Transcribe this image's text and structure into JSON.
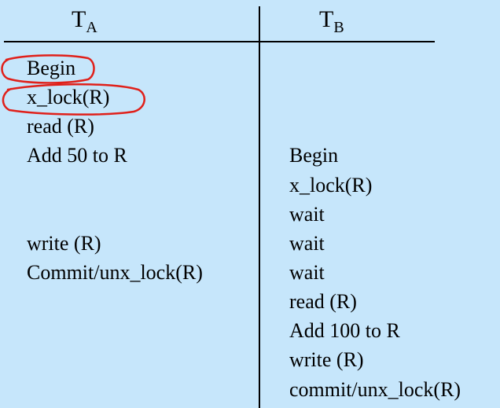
{
  "headers": {
    "ta": {
      "base": "T",
      "sub": "A"
    },
    "tb": {
      "base": "T",
      "sub": "B"
    }
  },
  "ta_steps": [
    "Begin",
    "x_lock(R)",
    "read (R)",
    "Add 50 to R",
    "write (R)",
    "Commit/unx_lock(R)"
  ],
  "tb_steps": [
    "Begin",
    "x_lock(R)",
    "wait",
    "wait",
    "wait",
    "read (R)",
    "Add 100 to R",
    "write (R)",
    "commit/unx_lock(R)"
  ],
  "colors": {
    "background": "#c6e6fb",
    "text": "#000000",
    "annotation": "#e0201a"
  },
  "annotations": {
    "circled_steps": [
      "ta_steps.0",
      "ta_steps.1"
    ]
  }
}
